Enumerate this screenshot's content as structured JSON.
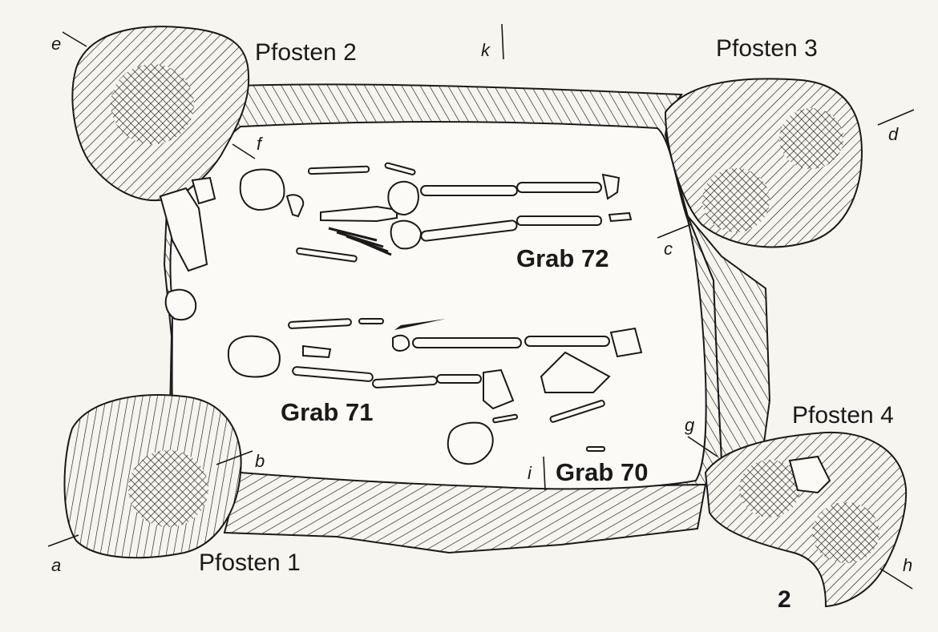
{
  "posts": {
    "p1": "Pfosten 1",
    "p2": "Pfosten 2",
    "p3": "Pfosten 3",
    "p4": "Pfosten 4"
  },
  "graves": {
    "g70": "Grab 70",
    "g71": "Grab 71",
    "g72": "Grab 72"
  },
  "section_marks": [
    "a",
    "b",
    "c",
    "d",
    "e",
    "f",
    "g",
    "h",
    "i",
    "k"
  ],
  "page_number": "2",
  "colors": {
    "ink": "#1a1a1a",
    "paper": "#f7f5f0"
  }
}
